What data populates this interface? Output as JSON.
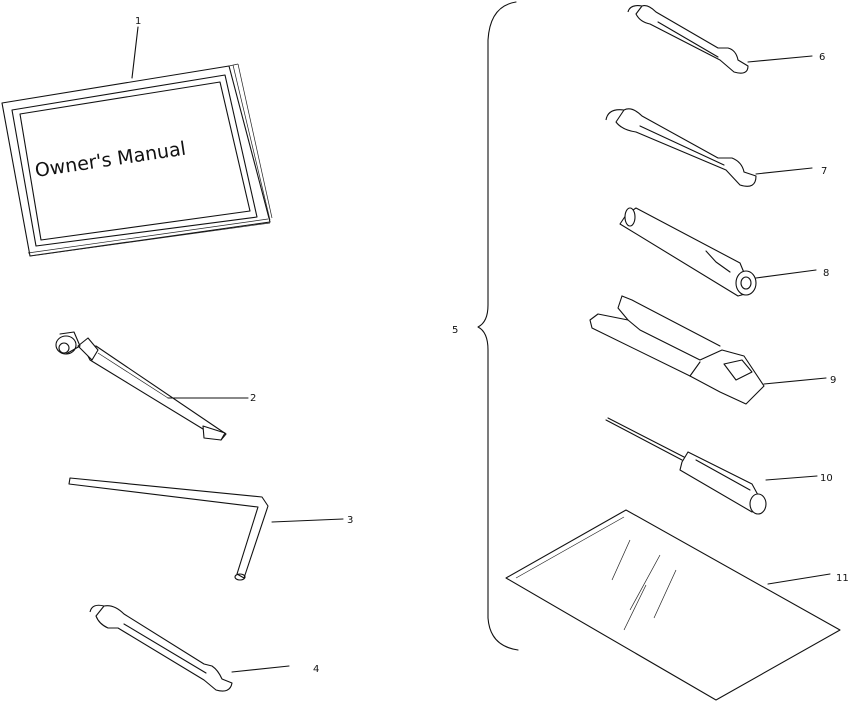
{
  "manual_cover_text": "Owner's Manual",
  "callouts": {
    "c1": "1",
    "c2": "2",
    "c3": "3",
    "c4": "4",
    "c5": "5",
    "c6": "6",
    "c7": "7",
    "c8": "8",
    "c9": "9",
    "c10": "10",
    "c11": "11"
  }
}
